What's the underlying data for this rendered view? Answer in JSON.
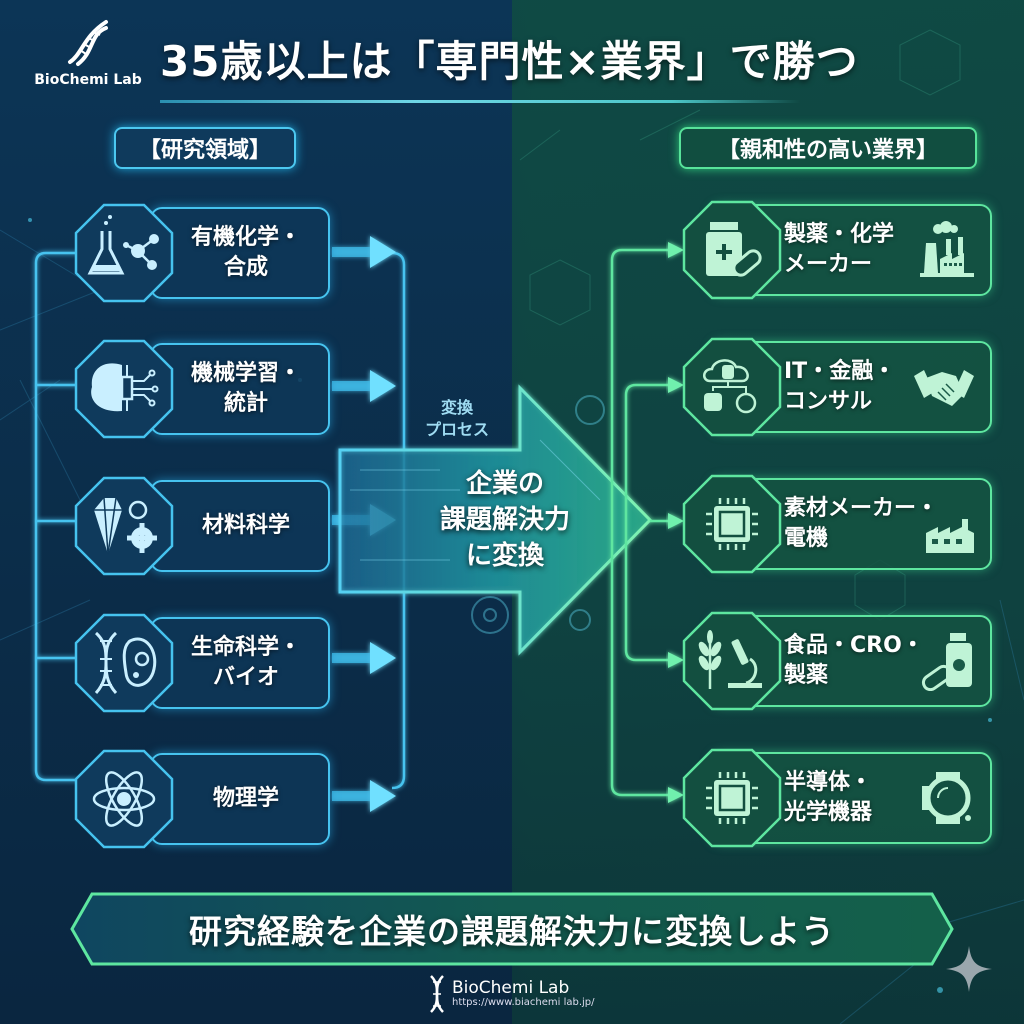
{
  "header": {
    "logo_text": "BioChemi Lab",
    "title": "35歳以上は「専門性×業界」で勝つ"
  },
  "left_section": {
    "heading": "【研究領域】",
    "items": [
      {
        "label": "有機化学・\n合成",
        "line1": "有機化学・",
        "line2": "合成",
        "icon": "flask-molecule-icon"
      },
      {
        "label": "機械学習・\n統計",
        "line1": "機械学習・",
        "line2": "統計",
        "icon": "brain-circuit-icon"
      },
      {
        "label": "材料科学",
        "line1": "材料科学",
        "line2": "",
        "icon": "crystal-gear-icon"
      },
      {
        "label": "生命科学・\nバイオ",
        "line1": "生命科学・",
        "line2": "バイオ",
        "icon": "dna-cell-icon"
      },
      {
        "label": "物理学",
        "line1": "物理学",
        "line2": "",
        "icon": "atom-icon"
      }
    ]
  },
  "center": {
    "process_label_line1": "変換",
    "process_label_line2": "プロセス",
    "arrow_line1": "企業の",
    "arrow_line2": "課題解決力",
    "arrow_line3": "に変換"
  },
  "right_section": {
    "heading": "【親和性の高い業界】",
    "items": [
      {
        "line1": "製薬・化学",
        "line2": "メーカー",
        "icon": "medicine-bottle-pill-icon",
        "side_icon": "factory-smoke-icon"
      },
      {
        "line1": "IT・金融・",
        "line2": "コンサル",
        "icon": "cloud-database-money-icon",
        "side_icon": "handshake-icon"
      },
      {
        "line1": "素材メーカー・",
        "line2": "電機",
        "icon": "chip-icon",
        "side_icon": "factory-icon"
      },
      {
        "line1": "食品・CRO・",
        "line2": "製薬",
        "icon": "wheat-microscope-icon",
        "side_icon": "pill-bottle-icon"
      },
      {
        "line1": "半導体・",
        "line2": "光学機器",
        "icon": "chip-icon",
        "side_icon": "lens-icon"
      }
    ]
  },
  "banner": {
    "text": "研究経験を企業の課題解決力に変換しよう"
  },
  "footer": {
    "brand": "BioChemi Lab",
    "url": "https://www.biachemi lab.jp/"
  },
  "colors": {
    "left_accent": "#46c3ef",
    "right_accent": "#5ee6a0",
    "left_bg": "#0c2f4e",
    "right_bg": "#0f4a44"
  }
}
